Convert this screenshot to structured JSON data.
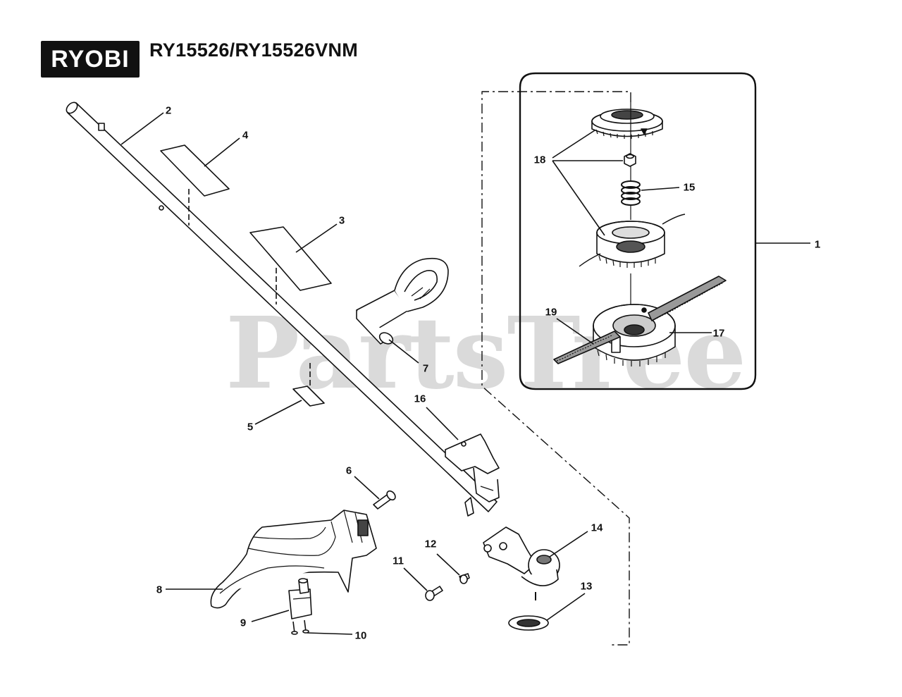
{
  "header": {
    "brand": "RYOBI",
    "model": "RY15526/RY15526VNM"
  },
  "watermark": "PartsTree",
  "callouts": [
    "1",
    "2",
    "3",
    "4",
    "5",
    "6",
    "7",
    "8",
    "9",
    "10",
    "11",
    "12",
    "13",
    "14",
    "15",
    "16",
    "17",
    "18",
    "19"
  ]
}
